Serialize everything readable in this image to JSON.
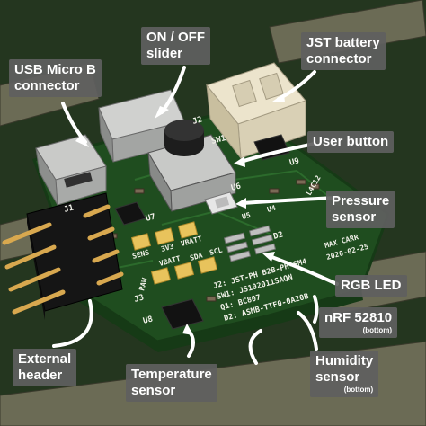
{
  "callouts": {
    "on_off": "ON / OFF slider",
    "on_off_l1": "ON / OFF",
    "on_off_l2": "slider",
    "jst_l1": "JST battery",
    "jst_l2": "connector",
    "usb_l1": "USB Micro B",
    "usb_l2": "connector",
    "user_button": "User button",
    "pressure_l1": "Pressure",
    "pressure_l2": "sensor",
    "rgb_led": "RGB LED",
    "nrf": "nRF 52810",
    "nrf_sub": "(bottom)",
    "external_l1": "External",
    "external_l2": "header",
    "temperature_l1": "Temperature",
    "temperature_l2": "sensor",
    "humidity_l1": "Humidity",
    "humidity_l2": "sensor",
    "humidity_sub": "(bottom)"
  },
  "silkscreen": {
    "j2": "J2",
    "j1": "J1",
    "sw1": "SW1",
    "u9": "U9",
    "u6": "U6",
    "u7": "U7",
    "u8": "U8",
    "j3": "J3",
    "d2": "D2",
    "l4": "L4C12",
    "sens": "SENS",
    "v33": "3V3",
    "vbatt": "VBATT",
    "vbatt2": "VBATT",
    "sda": "SDA",
    "scl": "SCL",
    "raw": "RAW",
    "u5": "U5",
    "u4": "U4",
    "author": "MAX CARR",
    "date": "2020-02-25",
    "bom1": "J2: JST-PH B2B-PH-SM4",
    "bom2": "SW1: JS102011SAQN",
    "bom3": "Q1: BC807",
    "bom4": "D2: ASMB-TTF0-0A20B"
  },
  "colors": {
    "pcb": "#1f4d1f",
    "pcb_edge": "#163a16",
    "pad_gold": "#e8c35c",
    "callout_bg": "#606060",
    "arrow": "#ffffff",
    "jst_body": "#ece4cc",
    "background_frame": "#6b6b55"
  },
  "icons": [
    "usb-micro-b-connector",
    "slide-switch",
    "jst-connector",
    "tactile-button",
    "pin-header",
    "ic-chip"
  ]
}
